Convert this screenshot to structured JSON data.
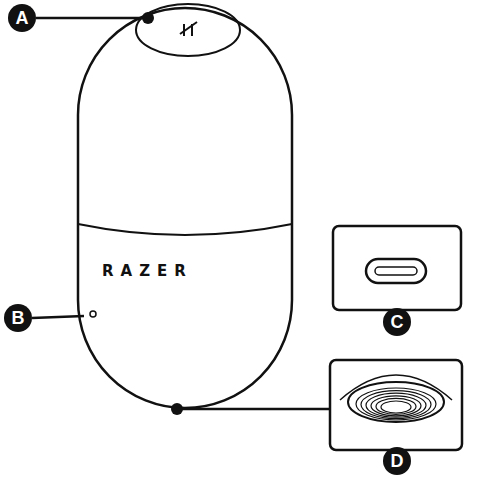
{
  "diagram": {
    "labels": [
      "A",
      "B",
      "C",
      "D",
      "RAZER"
    ]
  }
}
